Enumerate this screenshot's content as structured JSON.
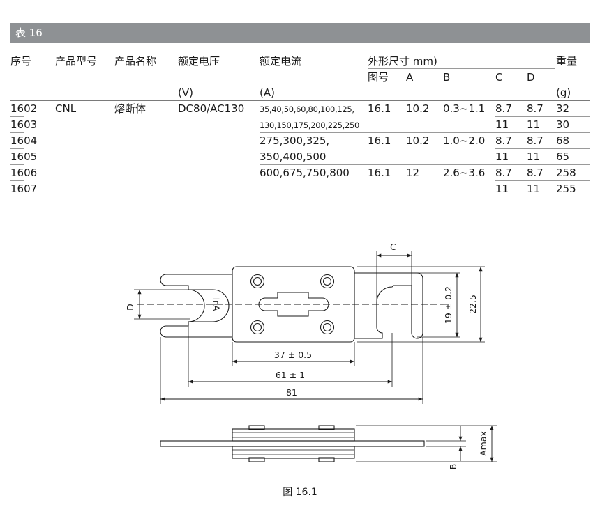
{
  "table_title": "表 16",
  "headers": {
    "seq": "序号",
    "model": "产品型号",
    "name": "产品名称",
    "voltage": "额定电压",
    "current": "额定电流",
    "dims": "外形尺寸 mm)",
    "weight": "重量",
    "sub_fig": "图号",
    "sub_a": "A",
    "sub_b": "B",
    "sub_c": "C",
    "sub_d": "D",
    "unit_v": "(V)",
    "unit_a": "(A)",
    "unit_g": "(g)"
  },
  "rows": [
    {
      "seq": "1602",
      "model": "CNL",
      "name": "熔断体",
      "voltage": "DC80/AC130",
      "current": "35,40,50,60,80,100,125,",
      "fig": "16.1",
      "a": "10.2",
      "b": "0.3~1.1",
      "c": "8.7",
      "d": "8.7",
      "weight": "32"
    },
    {
      "seq": "1603",
      "model": "",
      "name": "",
      "voltage": "",
      "current": "130,150,175,200,225,250",
      "fig": "",
      "a": "",
      "b": "",
      "c": "11",
      "d": "11",
      "weight": "30"
    },
    {
      "seq": "1604",
      "model": "",
      "name": "",
      "voltage": "",
      "current": "275,300,325,",
      "fig": "16.1",
      "a": "10.2",
      "b": "1.0~2.0",
      "c": "8.7",
      "d": "8.7",
      "weight": "68"
    },
    {
      "seq": "1605",
      "model": "",
      "name": "",
      "voltage": "",
      "current": "350,400,500",
      "fig": "",
      "a": "",
      "b": "",
      "c": "11",
      "d": "11",
      "weight": "65"
    },
    {
      "seq": "1606",
      "model": "",
      "name": "",
      "voltage": "",
      "current": "600,675,750,800",
      "fig": "16.1",
      "a": "12",
      "b": "2.6~3.6",
      "c": "8.7",
      "d": "8.7",
      "weight": "258"
    },
    {
      "seq": "1607",
      "model": "",
      "name": "",
      "voltage": "",
      "current": "",
      "fig": "",
      "a": "",
      "b": "",
      "c": "11",
      "d": "11",
      "weight": "255"
    }
  ],
  "drawing": {
    "label_c": "C",
    "label_d": "D",
    "label_ina": "InA",
    "dim_19": "19 ± 0.2",
    "dim_225": "22.5",
    "dim_37": "37 ± 0.5",
    "dim_61": "61 ± 1",
    "dim_81": "81",
    "label_amax": "Amax",
    "label_b": "B"
  },
  "caption": "图 16.1"
}
